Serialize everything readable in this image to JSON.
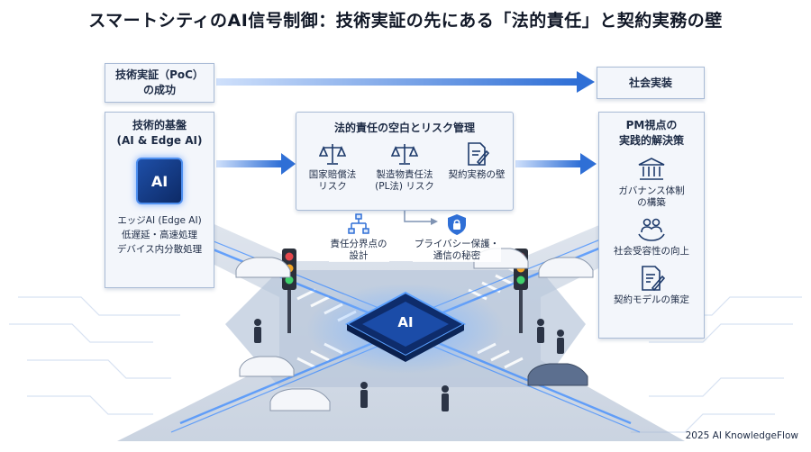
{
  "title": "スマートシティのAI信号制御：技術実証の先にある「法的責任」と契約実務の壁",
  "poc_box": {
    "label": "技術実証（PoC）\nの成功"
  },
  "social_box": {
    "label": "社会実装"
  },
  "tech_box": {
    "title": "技術的基盤\n(AI & Edge AI)",
    "chip_label": "AI",
    "description": "エッジAI (Edge AI)\n低遅延・高速処理\nデバイス内分散処理"
  },
  "legal_box": {
    "title": "法的責任の空白とリスク管理",
    "items": [
      {
        "label": "国家賠償法\nリスク",
        "icon": "scales-icon"
      },
      {
        "label": "製造物責任法\n(PL法) リスク",
        "icon": "scales-icon"
      },
      {
        "label": "契約実務の壁",
        "icon": "contract-pen-icon"
      }
    ]
  },
  "responsibility": {
    "label": "責任分界点の\n設計",
    "icon": "flowchart-icon"
  },
  "privacy": {
    "label": "プライバシー保護・\n通信の秘密",
    "icon": "shield-lock-icon"
  },
  "pm_box": {
    "title": "PM視点の\n実践的解決策",
    "items": [
      {
        "label": "ガバナンス体制\nの構築",
        "icon": "institution-icon"
      },
      {
        "label": "社会受容性の向上",
        "icon": "people-hands-icon"
      },
      {
        "label": "契約モデルの策定",
        "icon": "document-pen-icon"
      }
    ]
  },
  "center_chip": {
    "label": "AI"
  },
  "credit": "2025 AI KnowledgeFlow",
  "colors": {
    "accent": "#2f6fd6",
    "box_border": "#a9bbd6",
    "box_bg": "#f3f6fb",
    "glow": "#3d8bff"
  }
}
